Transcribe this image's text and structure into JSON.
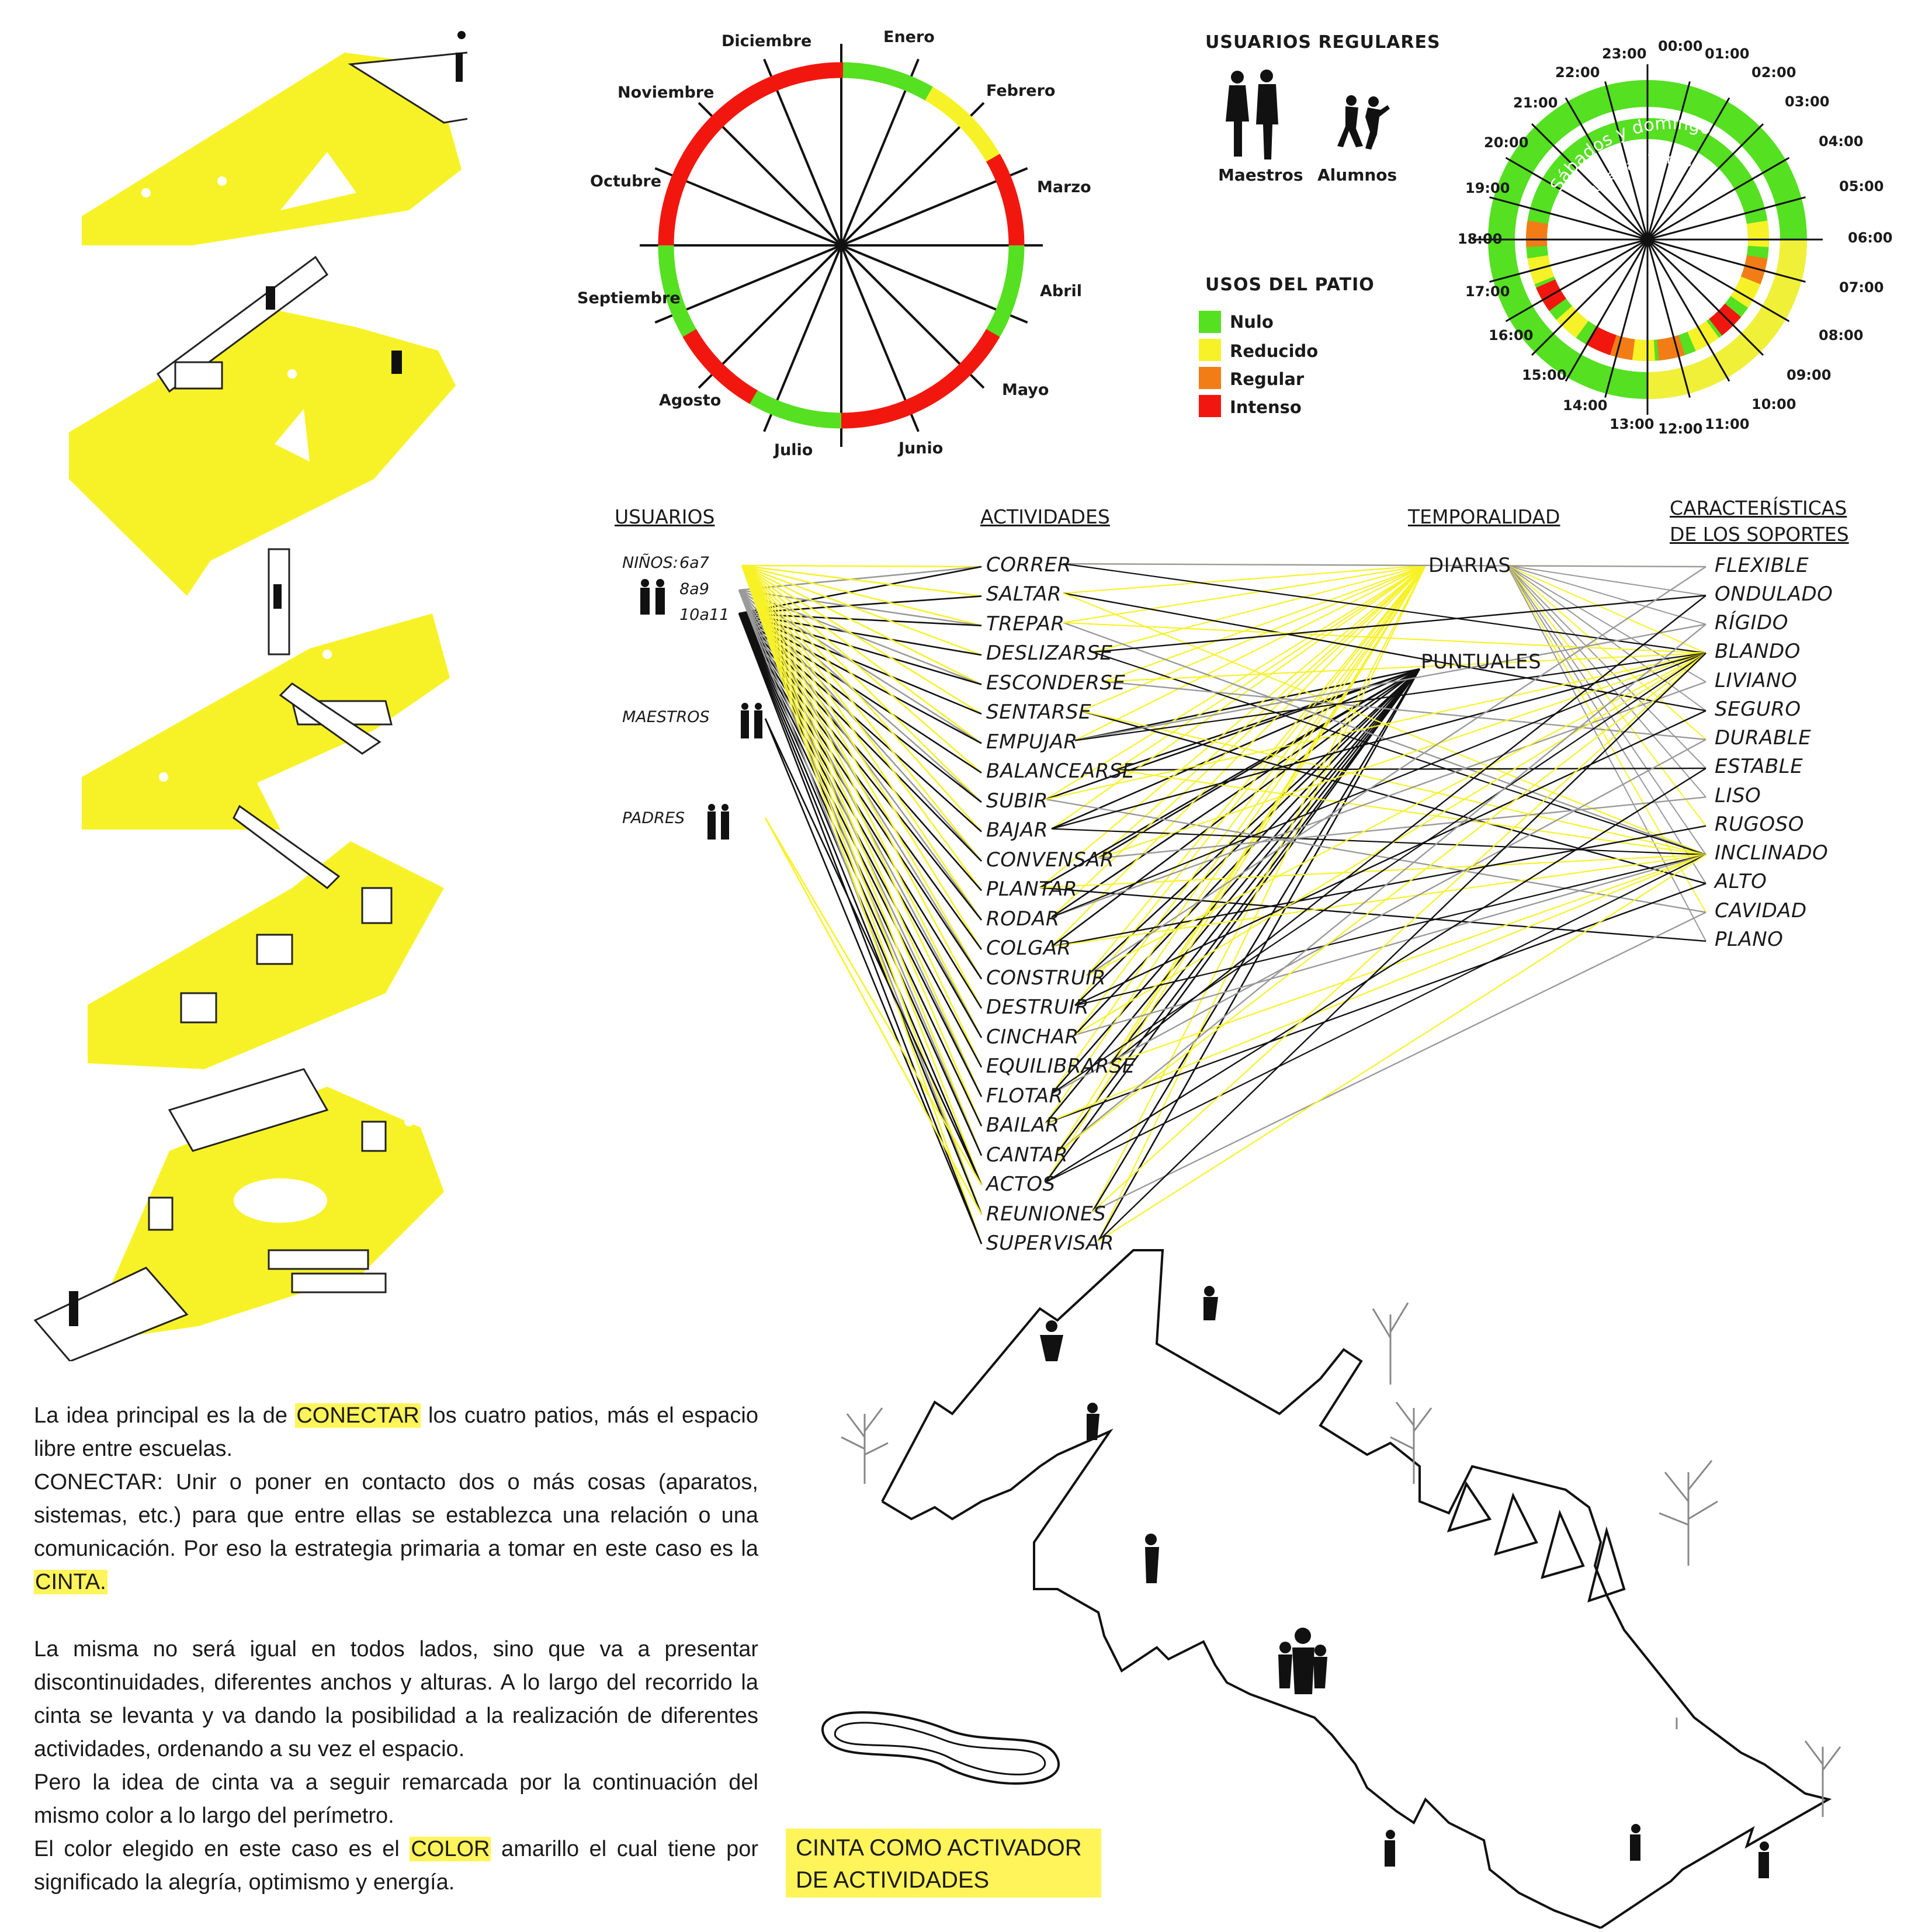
{
  "colors": {
    "yellow": "#f7f227",
    "green": "#55e021",
    "red": "#f2170e",
    "orange": "#f27d17",
    "lightyellow": "#f1f038",
    "black": "#111111",
    "gray": "#9a9a9a"
  },
  "calendar": {
    "months": [
      "Enero",
      "Febrero",
      "Marzo",
      "Abril",
      "Mayo",
      "Junio",
      "Julio",
      "Agosto",
      "Septiembre",
      "Octubre",
      "Noviembre",
      "Diciembre"
    ],
    "usage_sequence": [
      "nulo",
      "reducido",
      "intenso",
      "nulo",
      "intenso",
      "intenso",
      "nulo",
      "intenso",
      "nulo",
      "intenso",
      "intenso",
      "intenso"
    ]
  },
  "users_header": "USUARIOS REGULARES",
  "user_types": [
    {
      "label": "Maestros",
      "icon": "teachers-icon"
    },
    {
      "label": "Alumnos",
      "icon": "students-icon"
    }
  ],
  "legend": {
    "title": "USOS DEL PATIO",
    "items": [
      {
        "label": "Nulo",
        "color": "#55e021"
      },
      {
        "label": "Reducido",
        "color": "#f7f227"
      },
      {
        "label": "Regular",
        "color": "#f27d17"
      },
      {
        "label": "Intenso",
        "color": "#f2170e"
      }
    ]
  },
  "clock": {
    "hours": [
      "00:00",
      "01:00",
      "02:00",
      "03:00",
      "04:00",
      "05:00",
      "06:00",
      "07:00",
      "08:00",
      "09:00",
      "10:00",
      "11:00",
      "12:00",
      "13:00",
      "14:00",
      "15:00",
      "16:00",
      "17:00",
      "18:00",
      "19:00",
      "20:00",
      "21:00",
      "22:00",
      "23:00"
    ],
    "outer_ring_label": "Sábados y domingos",
    "inner_ring_label": "Lunes a viernes"
  },
  "matrix": {
    "headers": {
      "users": "USUARIOS",
      "activities": "ACTIVIDADES",
      "temporality": "TEMPORALIDAD",
      "supports_1": "CARACTERÍSTICAS",
      "supports_2": "DE LOS SOPORTES"
    },
    "users": {
      "ninos": "NIÑOS:",
      "ages": [
        "6a7",
        "8a9",
        "10a11"
      ],
      "maestros": "MAESTROS",
      "padres": "PADRES"
    },
    "activities": [
      "CORRER",
      "SALTAR",
      "TREPAR",
      "DESLIZARSE",
      "ESCONDERSE",
      "SENTARSE",
      "EMPUJAR",
      "BALANCEARSE",
      "SUBIR",
      "BAJAR",
      "CONVENSAR",
      "PLANTAR",
      "RODAR",
      "COLGAR",
      "CONSTRUIR",
      "DESTRUIR",
      "CINCHAR",
      "EQUILIBRARSE",
      "FLOTAR",
      "BAILAR",
      "CANTAR",
      "ACTOS",
      "REUNIONES",
      "SUPERVISAR"
    ],
    "temporality": [
      "DIARIAS",
      "PUNTUALES"
    ],
    "supports": [
      "FLEXIBLE",
      "ONDULADO",
      "RÍGIDO",
      "BLANDO",
      "LIVIANO",
      "SEGURO",
      "DURABLE",
      "ESTABLE",
      "LISO",
      "RUGOSO",
      "INCLINADO",
      "ALTO",
      "CAVIDAD",
      "PLANO"
    ]
  },
  "text": {
    "p1_a": "La idea principal es la de ",
    "p1_hl": "CONECTAR",
    "p1_b": " los cuatro patios, más el espacio libre entre escuelas.",
    "p2": "CONECTAR: Unir o poner en contacto dos o más cosas (aparatos, sistemas, etc.) para que entre ellas se establezca una relación o una comunicación. Por eso la estrategia primaria a tomar en este caso es la ",
    "p2_hl": "CINTA.",
    "p3": "La misma no será igual en todos lados,  sino que va a presentar discontinuidades, diferentes anchos y alturas. A lo largo del recorrido la cinta se levanta y va dando la posibilidad a la realización de diferentes actividades, ordenando a su vez el espacio.",
    "p4": "Pero la idea de cinta va a seguir remarcada por la continuación del mismo color a lo largo del perímetro.",
    "p5_a": "El color elegido en este caso es el ",
    "p5_hl": "COLOR",
    "p5_b": " amarillo el cual tiene por significado la alegría, optimismo y energía."
  },
  "caption_1": "CINTA COMO ACTIVADOR",
  "caption_2": "DE ACTIVIDADES"
}
